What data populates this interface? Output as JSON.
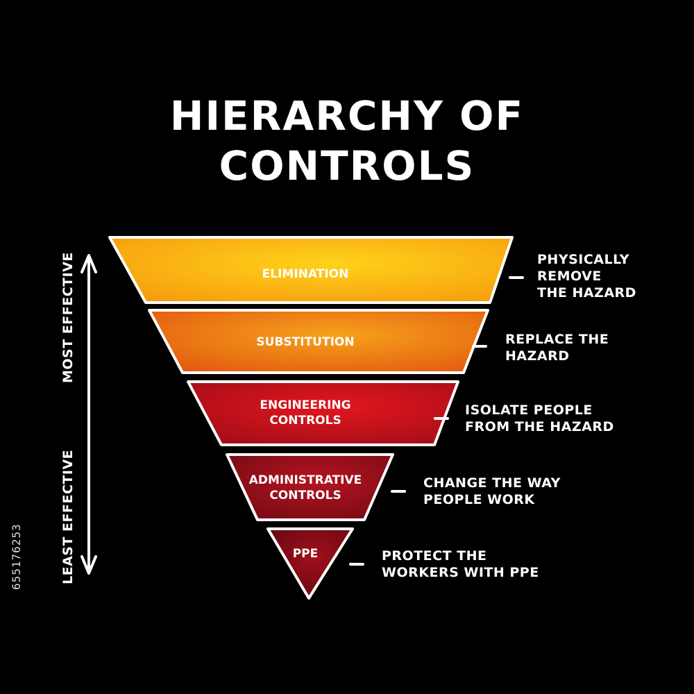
{
  "title": {
    "line1": "HIERARCHY OF",
    "line2": "CONTROLS"
  },
  "axis": {
    "top_label": "MOST EFFECTIVE",
    "bottom_label": "LEAST EFFECTIVE"
  },
  "levels": [
    {
      "label": "ELIMINATION",
      "description": "PHYSICALLY\nREMOVE\nTHE HAZARD",
      "color_light": "#ffd21a",
      "color_dark": "#f59a0d"
    },
    {
      "label": "SUBSTITUTION",
      "description": "REPLACE THE\nHAZARD",
      "color_light": "#f6a21c",
      "color_dark": "#e2560f"
    },
    {
      "label": "ENGINEERING\nCONTROLS",
      "description": "ISOLATE PEOPLE\nFROM THE HAZARD",
      "color_light": "#e3161e",
      "color_dark": "#a00d18"
    },
    {
      "label": "ADMINISTRATIVE\nCONTROLS",
      "description": "CHANGE THE WAY\nPEOPLE WORK",
      "color_light": "#b51420",
      "color_dark": "#720a14"
    },
    {
      "label": "PPE",
      "description": "PROTECT THE\nWORKERS WITH PPE",
      "color_light": "#a0101c",
      "color_dark": "#5e0610"
    }
  ],
  "watermark": {
    "id": "655176253"
  }
}
